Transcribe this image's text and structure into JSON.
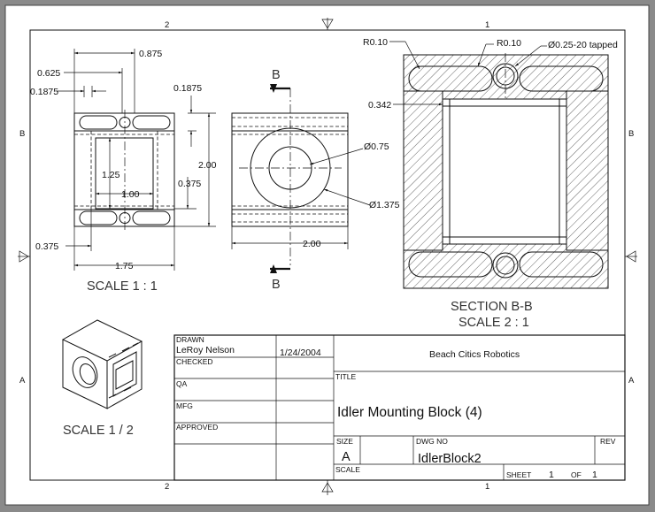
{
  "zones": {
    "top": [
      "2",
      "1"
    ],
    "bottom": [
      "2",
      "1"
    ],
    "left": [
      "B",
      "A"
    ],
    "right": [
      "B",
      "A"
    ]
  },
  "front_view": {
    "dims": {
      "d0875": "0.875",
      "d0625": "0.625",
      "d01875_left": "0.1875",
      "d01875_top": "0.1875",
      "d125": "1.25",
      "d100": "1.00",
      "d200": "2.00",
      "d0375_right": "0.375",
      "d0375_left": "0.375",
      "d175": "1.75"
    },
    "scale_label": "SCALE 1 : 1"
  },
  "side_view": {
    "section_mark_top": "B",
    "section_mark_bottom": "B",
    "dims": {
      "d075": "Ø0.75",
      "d1375": "Ø1.375",
      "d200": "2.00"
    }
  },
  "section_view": {
    "dims": {
      "r_left": "R0.10",
      "r_mid": "R0.10",
      "tapped": "Ø0.25-20 tapped",
      "d0342": "0.342"
    },
    "title": "SECTION  B-B",
    "scale": "SCALE 2 : 1"
  },
  "iso_view": {
    "scale_label": "SCALE 1 / 2"
  },
  "title_block": {
    "drawn_label": "DRAWN",
    "drawn_by": "LeRoy Nelson",
    "drawn_date": "1/24/2004",
    "checked_label": "CHECKED",
    "qa_label": "QA",
    "mfg_label": "MFG",
    "approved_label": "APPROVED",
    "company": "Beach Citics Robotics",
    "title_label": "TITLE",
    "title": "Idler Mounting Block (4)",
    "size_label": "SIZE",
    "size": "A",
    "dwg_no_label": "DWG NO",
    "dwg_no": "IdlerBlock2",
    "rev_label": "REV",
    "scale_label": "SCALE",
    "sheet_label": "SHEET",
    "sheet": "1",
    "of_label": "OF",
    "of": "1"
  },
  "colors": {
    "background": "#8a8a8a",
    "paper": "#ffffff",
    "ink": "#111111"
  }
}
